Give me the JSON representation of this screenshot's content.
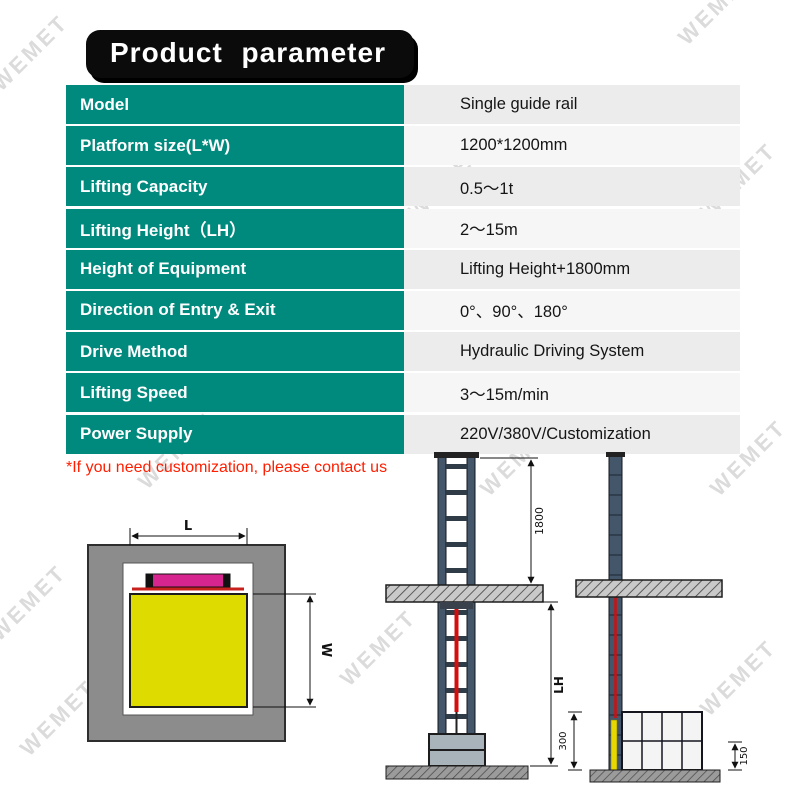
{
  "title": "Product parameter",
  "watermark": {
    "text": "WEMET"
  },
  "table": {
    "rows": [
      {
        "label": "Model",
        "value": "Single guide rail"
      },
      {
        "label": "Platform size(L*W)",
        "value": "1200*1200mm"
      },
      {
        "label": "Lifting Capacity",
        "value": "0.5～1t"
      },
      {
        "label": "Lifting Height（LH）",
        "value": "2～15m"
      },
      {
        "label": "Height of Equipment",
        "value": "Lifting Height+1800mm"
      },
      {
        "label": "Direction of Entry & Exit",
        "value": "0°、90°、180°"
      },
      {
        "label": "Drive Method",
        "value": "Hydraulic Driving System"
      },
      {
        "label": "Lifting Speed",
        "value": "3～15m/min"
      },
      {
        "label": "Power Supply",
        "value": "220V/380V/Customization"
      }
    ]
  },
  "note": "*If you need customization, please contact us",
  "colors": {
    "accent_teal": "#00897d",
    "note_red": "#ff1e00",
    "row_alt": "#ececec"
  },
  "diagram": {
    "top_view": {
      "length_dim": "L",
      "width_dim": "W"
    },
    "front_view": {
      "upper_dim": "1800",
      "lifting_height_dim": "LH"
    },
    "side_view": {
      "cage_dim": "300",
      "base_dim": "150"
    }
  }
}
